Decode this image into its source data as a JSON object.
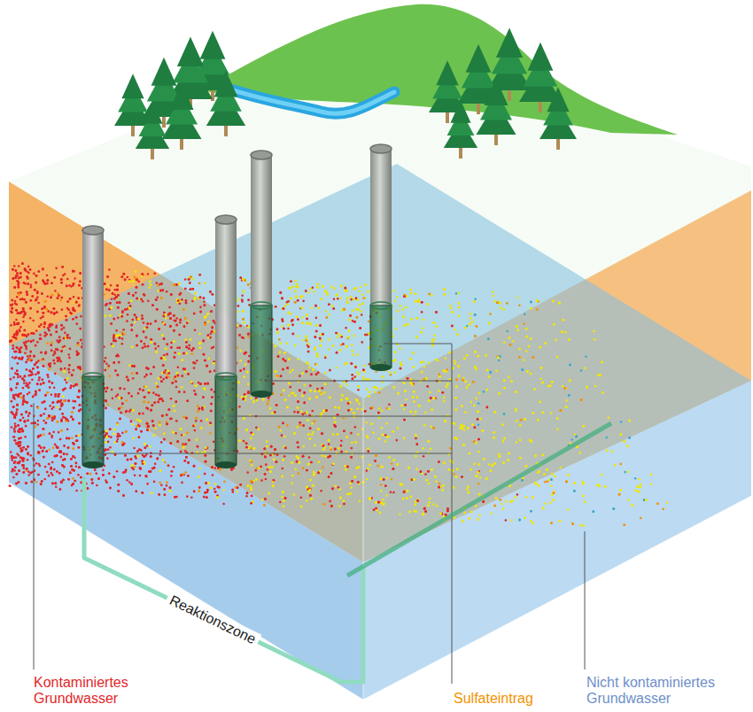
{
  "diagram": {
    "labels": [
      "Reaktionszone",
      "Kontaminiertes Grundwasser",
      "Sulfateintrag",
      "Nicht kontaminiertes Grundwasser"
    ]
  }
}
